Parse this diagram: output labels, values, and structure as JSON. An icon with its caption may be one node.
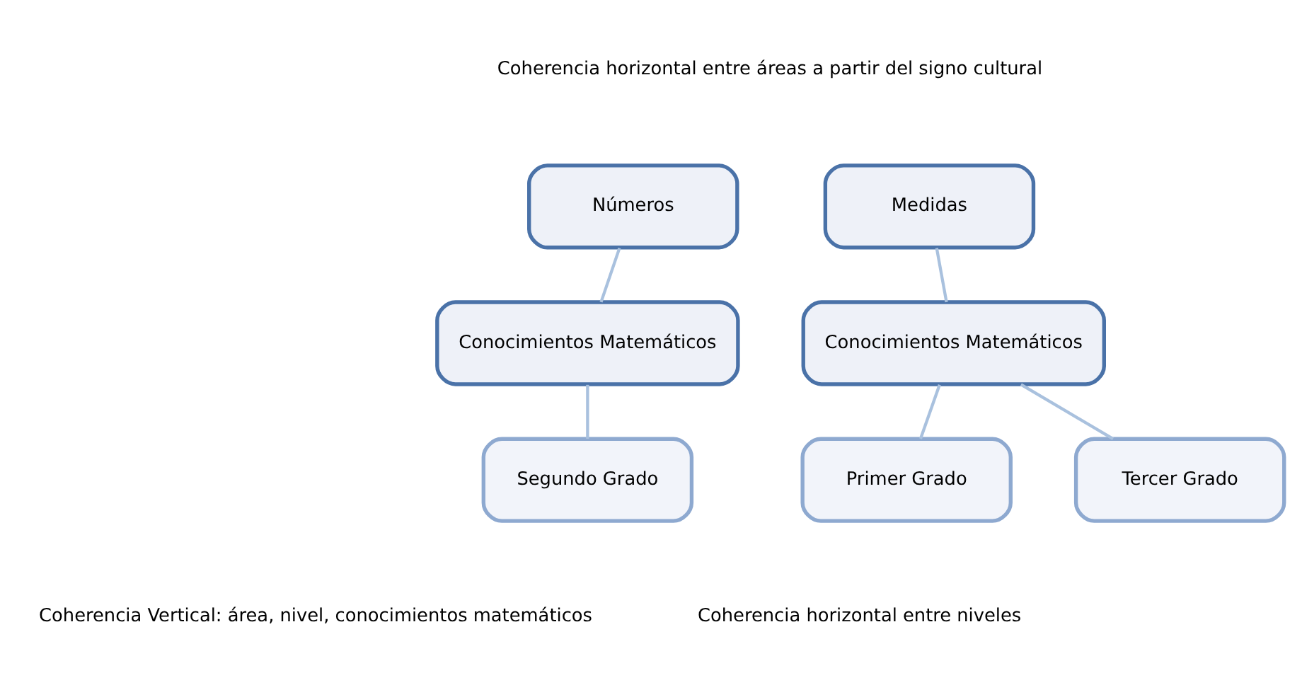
{
  "diagram": {
    "nodes": [
      {
        "text": [
          "Números"
        ]
      },
      {
        "text": [
          "Conocimientos Matemáticos"
        ]
      },
      {
        "text": [
          "Segundo Grado"
        ]
      },
      {
        "text": [
          "Medidas"
        ]
      },
      {
        "text": [
          "Conocimientos Matemáticos"
        ]
      },
      {
        "text": [
          "Primer Grado"
        ]
      },
      {
        "text": [
          "Tercer Grado"
        ]
      }
    ],
    "edges": [
      {
        "from": 0,
        "to": 1,
        "arrow": "none"
      },
      {
        "from": 1,
        "to": 2,
        "arrow": "none"
      },
      {
        "from": 3,
        "to": 4,
        "arrow": "none"
      },
      {
        "from": 4,
        "to": 5,
        "arrow": "none"
      },
      {
        "from": 4,
        "to": 6,
        "arrow": "none"
      }
    ],
    "labels": [
      "Coherencia horizontal entre áreas a partir del signo cultural",
      "Coherencia Vertical: área, nivel, conocimientos matemáticos",
      "Coherencia horizontal entre niveles"
    ]
  }
}
